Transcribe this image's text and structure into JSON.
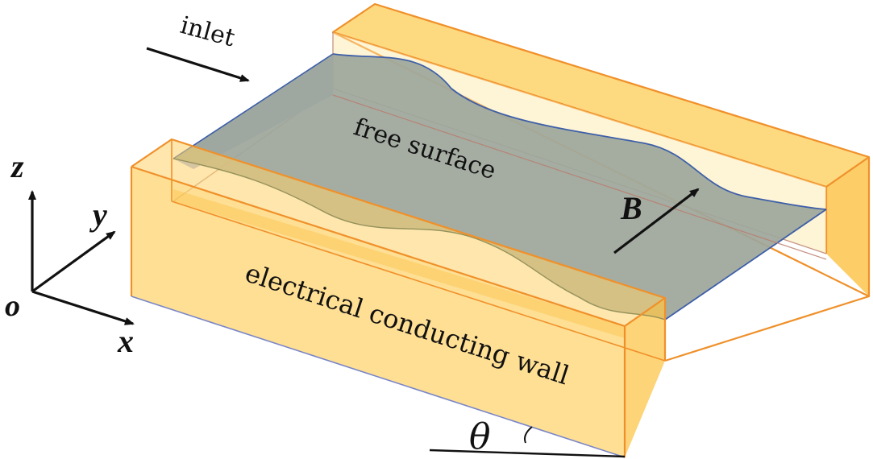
{
  "labels": {
    "inlet": "inlet",
    "free_surface": "free surface",
    "field": "B",
    "wall": "electrical conducting wall",
    "angle": "θ"
  },
  "axes": {
    "z": "z",
    "y": "y",
    "x": "x",
    "origin": "o"
  },
  "colors": {
    "wall_fill": "#fdd26a",
    "wall_front": "#fcc64a",
    "wall_edge": "#f0902a",
    "liquid": "#9fa79c",
    "liquid_left": "#9fb3e0",
    "surface_line": "#3d5fa8",
    "ink": "#111111"
  }
}
